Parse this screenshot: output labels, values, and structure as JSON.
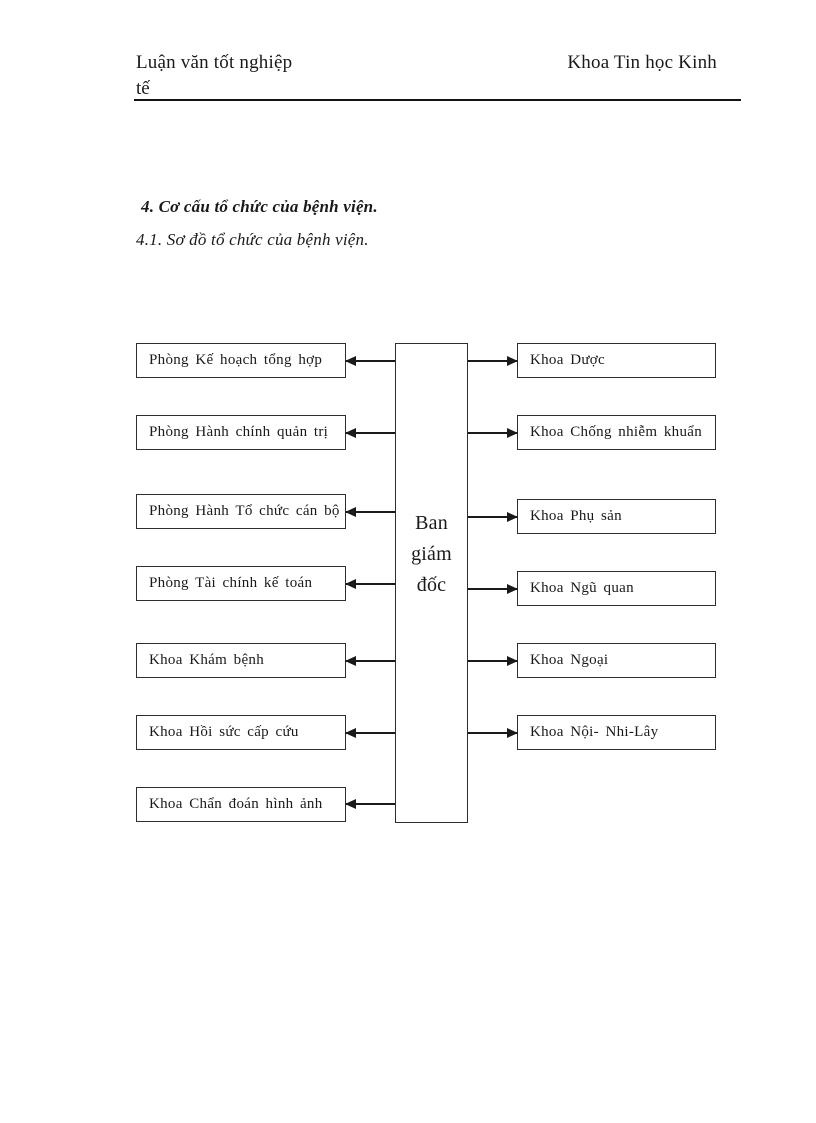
{
  "header": {
    "left": "Luận văn tốt nghiệp",
    "right": "Khoa Tin học Kinh",
    "wrap": "tế"
  },
  "headings": {
    "section": "4. Cơ cấu tổ chức của bệnh viện.",
    "subsection": "4.1. Sơ đồ tổ chức của bệnh viện."
  },
  "diagram": {
    "center_label": "Ban giám đốc",
    "left_boxes": [
      "Phòng Kế hoạch tổng hợp",
      "Phòng Hành chính quản trị",
      "Phòng Hành Tổ chức cán bộ",
      "Phòng Tài chính kế toán",
      "Khoa Khám bệnh",
      "Khoa Hồi sức cấp cứu",
      "Khoa Chẩn đoán hình ảnh"
    ],
    "right_boxes": [
      "Khoa Dược",
      "Khoa Chống nhiễm khuẩn",
      "Khoa Phụ sản",
      "Khoa Ngũ quan",
      "Khoa Ngoại",
      "Khoa Nội- Nhi-Lây"
    ],
    "colors": {
      "ink": "#1a1a1a",
      "box_border": "#2e2e2e",
      "background": "#ffffff"
    }
  }
}
